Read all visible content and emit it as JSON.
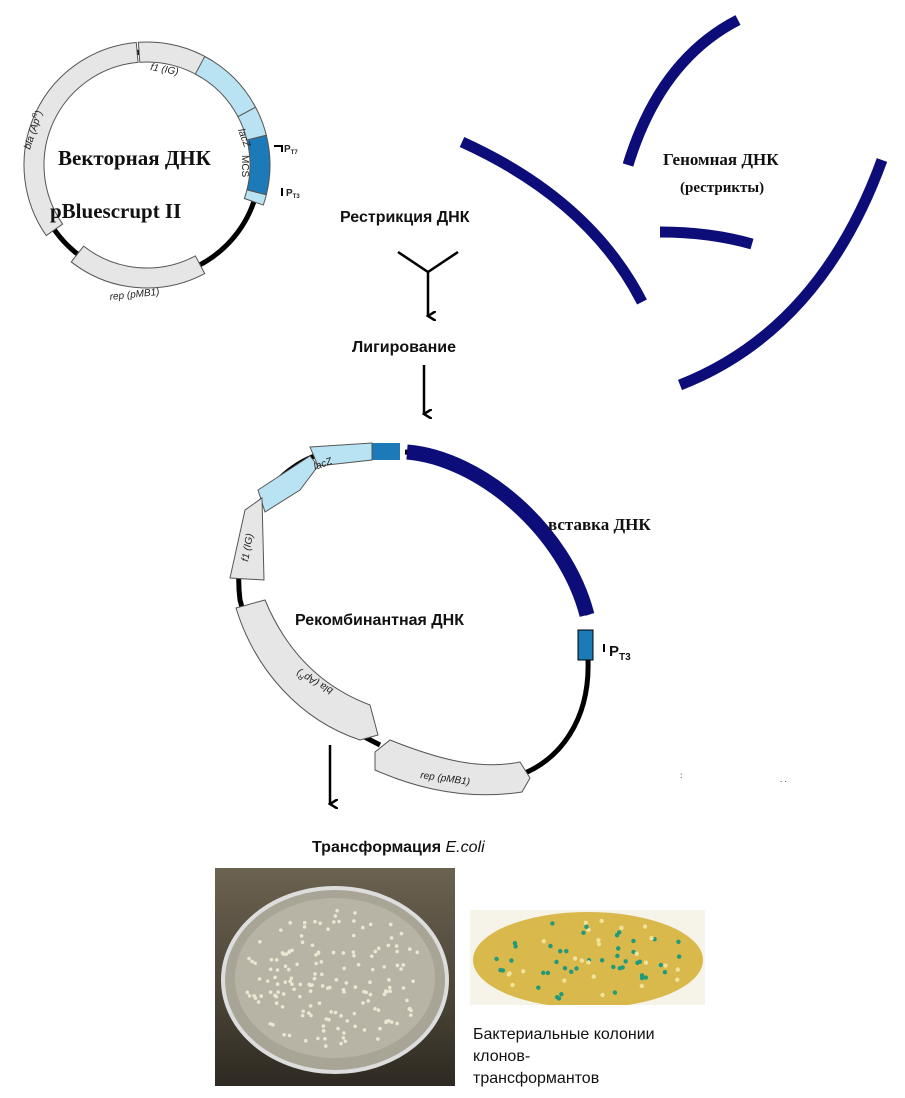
{
  "vector": {
    "title": "Векторная ДНК",
    "name": "pBluescrupt II",
    "f1": "f1 (IG)",
    "lacz": "lacZ",
    "mcs": "MCS",
    "bla": "bla (Ap",
    "bla_sup": "R",
    "rep": "rep (pMB1)",
    "pt7": "P",
    "pt7_sub": "T7",
    "pt3": "P",
    "pt3_sub": "T3"
  },
  "steps": {
    "restriction": "Рестрикция ДНК",
    "ligation": "Лигирование",
    "transformation": "Трансформация ",
    "transformation_italic": "E.coli"
  },
  "genomic": {
    "title": "Геномная ДНК",
    "subtitle": "(рестрикты)"
  },
  "recombinant": {
    "title": "Рекомбинантная ДНК",
    "insert": "вставка ДНК",
    "f1": "f1 (IG)",
    "lacz": "lacZ",
    "bla": "bla (Ap",
    "bla_sup": "R",
    "rep": "rep (pMB1)",
    "pt3": "P",
    "pt3_sub": "T3"
  },
  "caption": {
    "line1": "Бактериальные колонии",
    "line2": "клонов-",
    "line3": "трансформантов"
  },
  "colors": {
    "insert": "#0d0d7a",
    "mcs": "#1d7ab8",
    "lacz": "#b9e3f3",
    "gene": "#e6e6e6"
  }
}
